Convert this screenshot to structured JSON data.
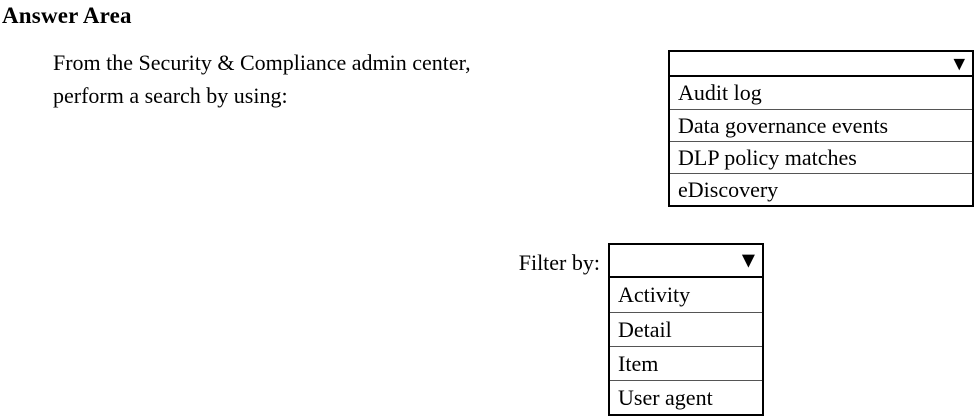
{
  "page": {
    "title": "Answer Area"
  },
  "question": {
    "lines": [
      "From the Security & Compliance admin center,",
      "perform a search by using:"
    ]
  },
  "search_dropdown": {
    "selected_value": "",
    "options": [
      "Audit log",
      "Data governance events",
      "DLP policy matches",
      "eDiscovery"
    ]
  },
  "filter": {
    "label": "Filter by:"
  },
  "filter_dropdown": {
    "selected_value": "",
    "options": [
      "Activity",
      "Detail",
      "Item",
      "User agent"
    ]
  },
  "icons": {
    "dropdown_arrow": "▼"
  },
  "colors": {
    "text": "#000000",
    "background": "#ffffff",
    "border": "#000000",
    "divider": "#555555"
  }
}
